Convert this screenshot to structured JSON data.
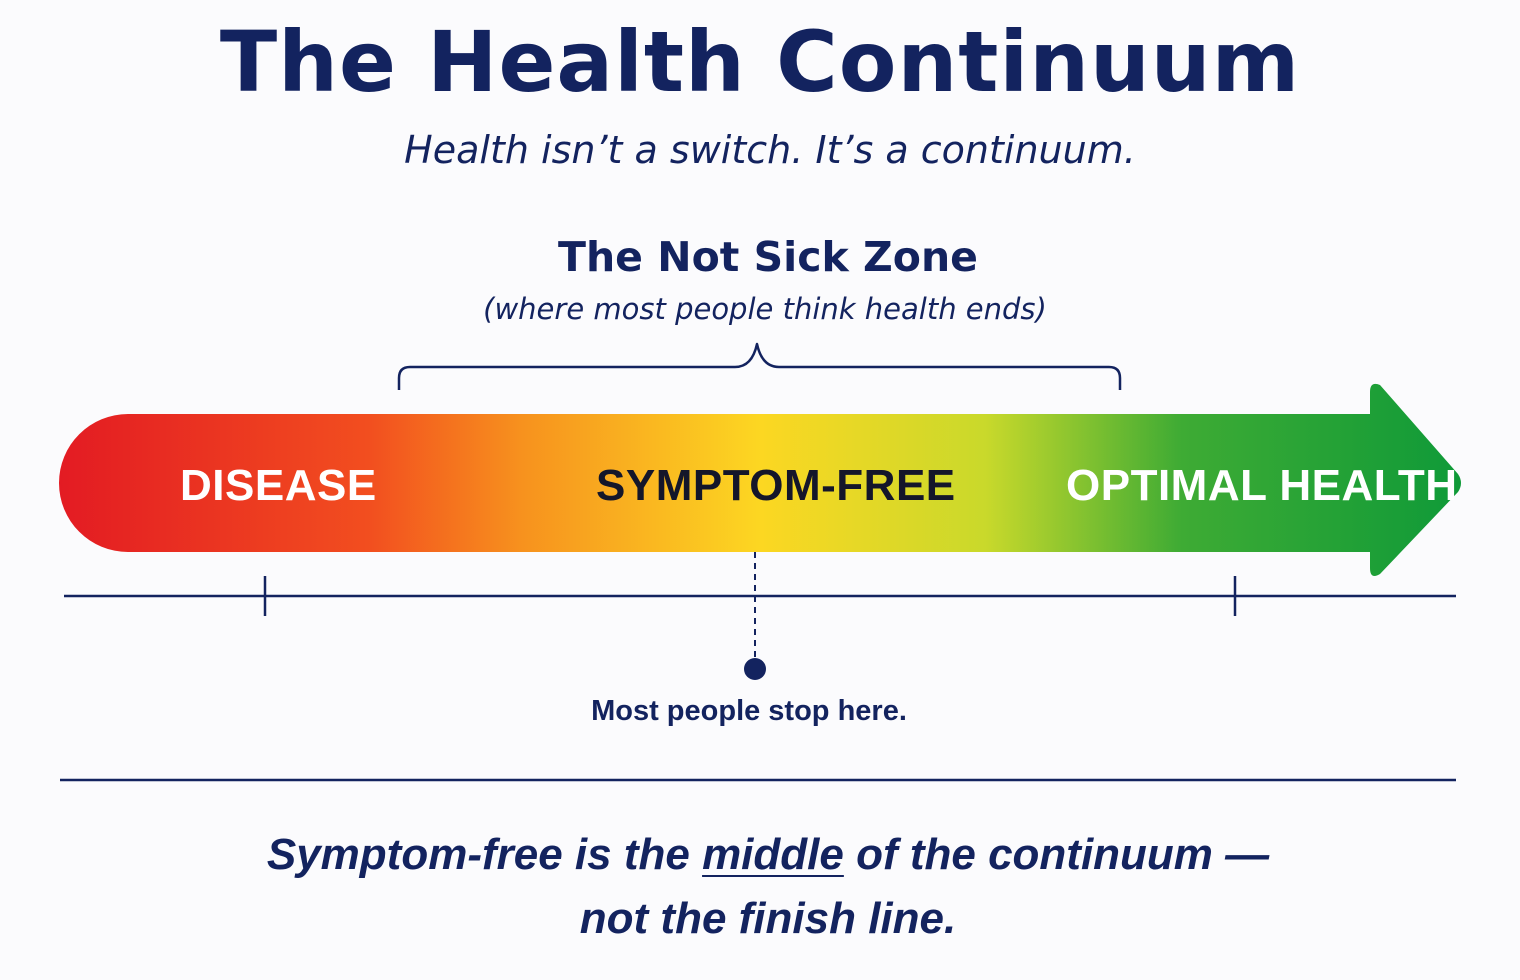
{
  "title": "The Health Continuum",
  "subtitle": "Health isn’t a switch. It’s a continuum.",
  "zone": {
    "title": "The Not Sick Zone",
    "subtitle": "(where most people think health ends)"
  },
  "continuum": {
    "labels": {
      "disease": "DISEASE",
      "symptom_free": "SYMPTOM-FREE",
      "optimal": "OPTIMAL HEALTH"
    },
    "colors": {
      "red": "#e31b23",
      "orange": "#f7921e",
      "yellow": "#fcd722",
      "lime": "#c9d92b",
      "green": "#0f9a38",
      "navy": "#13235f"
    }
  },
  "marker_note": "Most people stop here.",
  "footer": {
    "part1": "Symptom-free is the ",
    "emphasis": "middle",
    "part2": " of the continuum —",
    "line2": "not the finish line."
  }
}
